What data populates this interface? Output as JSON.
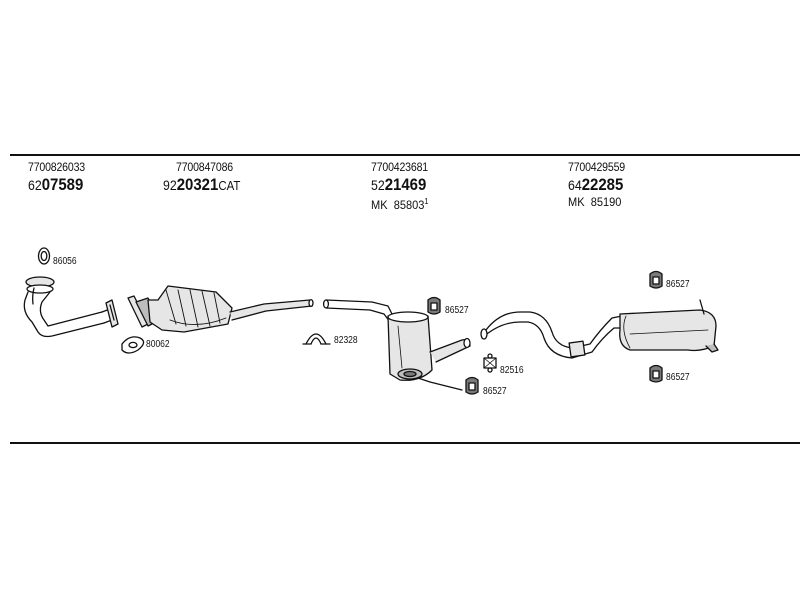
{
  "header": {
    "columns": [
      {
        "ref": "7700826033",
        "code_prefix": "62",
        "code_main": "07589",
        "code_suffix": "",
        "mk_prefix": "",
        "mk_number": "",
        "mk_sup": ""
      },
      {
        "ref": "7700847086",
        "code_prefix": "92",
        "code_main": "20321",
        "code_suffix": "CAT",
        "mk_prefix": "",
        "mk_number": "",
        "mk_sup": ""
      },
      {
        "ref": "7700423681",
        "code_prefix": "52",
        "code_main": "21469",
        "code_suffix": "",
        "mk_prefix": "MK",
        "mk_number": "85803",
        "mk_sup": "1"
      },
      {
        "ref": "7700429559",
        "code_prefix": "64",
        "code_main": "22285",
        "code_suffix": "",
        "mk_prefix": "MK",
        "mk_number": "85190",
        "mk_sup": ""
      }
    ]
  },
  "parts": {
    "gasket_top": "86056",
    "gasket_front": "80062",
    "clamp": "82328",
    "mount_mid_top": "86527",
    "mount_mid_bottom": "86527",
    "hanger_rubber": "82516",
    "mount_rear_top": "86527",
    "mount_rear_bottom": "86527"
  },
  "colors": {
    "line": "#111111",
    "fill_light": "#e6e6e6",
    "fill_mid": "#bdbdbd",
    "fill_dark": "#7a7a7a"
  }
}
